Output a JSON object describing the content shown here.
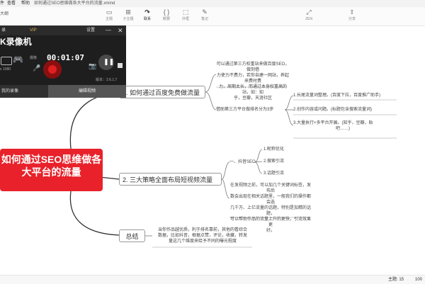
{
  "menubar": {
    "item1": "件",
    "item2": "查看",
    "item3": "帮助",
    "filename": "如何通过SEO思维做各大平台的流量.xmind"
  },
  "toolbar": {
    "items": [
      {
        "label": "主题"
      },
      {
        "label": "子主题"
      },
      {
        "label": "联系"
      },
      {
        "label": "概要"
      },
      {
        "label": "外框"
      },
      {
        "label": "笔记"
      },
      {
        "label": "ZEN"
      },
      {
        "label": "分享"
      }
    ]
  },
  "left_panel": {
    "text": "大纲"
  },
  "recorder": {
    "top_left": "录",
    "top_vip": "VIP",
    "top_settings": "设置",
    "app_title": "K录像机",
    "res_label": "x 1080",
    "cam_label": "摄像",
    "time": "00:01:07",
    "version": "版本：2.6.1.7",
    "bottom_left": "我的录像",
    "bottom_right": "编辑视频"
  },
  "mindmap": {
    "central": {
      "line1": "如何通过SEO思维做各",
      "line2": "大平台的流量"
    },
    "branch1": {
      "title": "1. 如何通过百度免费做流量",
      "note1": [
        "可以通过第三方权重站来做百度SEO，做到借",
        "力使力不费力，若你自建一网站，养起来费时费",
        "力，周期太长，而通过本身权重高的站，如：知",
        "乎，豆瓣，天涯社区"
      ],
      "sub": "借助第三方平台做排名分为3步",
      "steps": [
        "1.长尾流量词整理。(百度下拉，百度推广助手)",
        "2.创作内容或问题。(标题包含搜索流量词)",
        "3.大量执行+多平台开展。(知乎，豆瓣，贴",
        "吧……)"
      ]
    },
    "branch2": {
      "title": "2. 三大策略全面布局短视频流量",
      "sub": "一、抖音SEO",
      "items": [
        "1.昵称优化",
        "2.搜索引流",
        "3.话题引流"
      ],
      "note": [
        "在发视频之前，可以加几个关键词标签，发布后",
        "数会出现在相关话题里，一般我们的操作都会选",
        "几千万、上亿流量的话题，特别是加精的话题，",
        "可以帮助作品的流量上升的更快，引流效果更",
        "好。"
      ]
    },
    "branch3": {
      "title": "总结",
      "note": [
        "当你作品越优质，利于排名靠前，其他的看综合",
        "数据，比如抖音，根据点赞，评论，收藏，转发",
        "量这几个维度来给予不同的曝光程度"
      ]
    }
  },
  "status": {
    "topics": "主题: 15",
    "zoom": "100"
  }
}
